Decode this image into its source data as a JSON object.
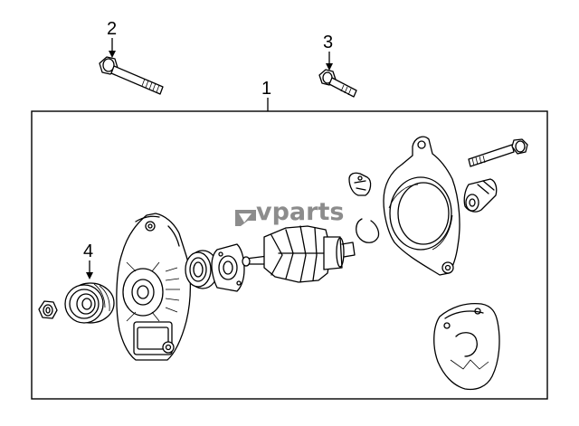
{
  "callouts": {
    "c1": "1",
    "c2": "2",
    "c3": "3",
    "c4": "4"
  },
  "watermark": {
    "text": "vparts",
    "logo_icon": "wrench-icon"
  },
  "colors": {
    "line": "#000000",
    "watermark": "#8c8c8c",
    "background": "#ffffff"
  }
}
